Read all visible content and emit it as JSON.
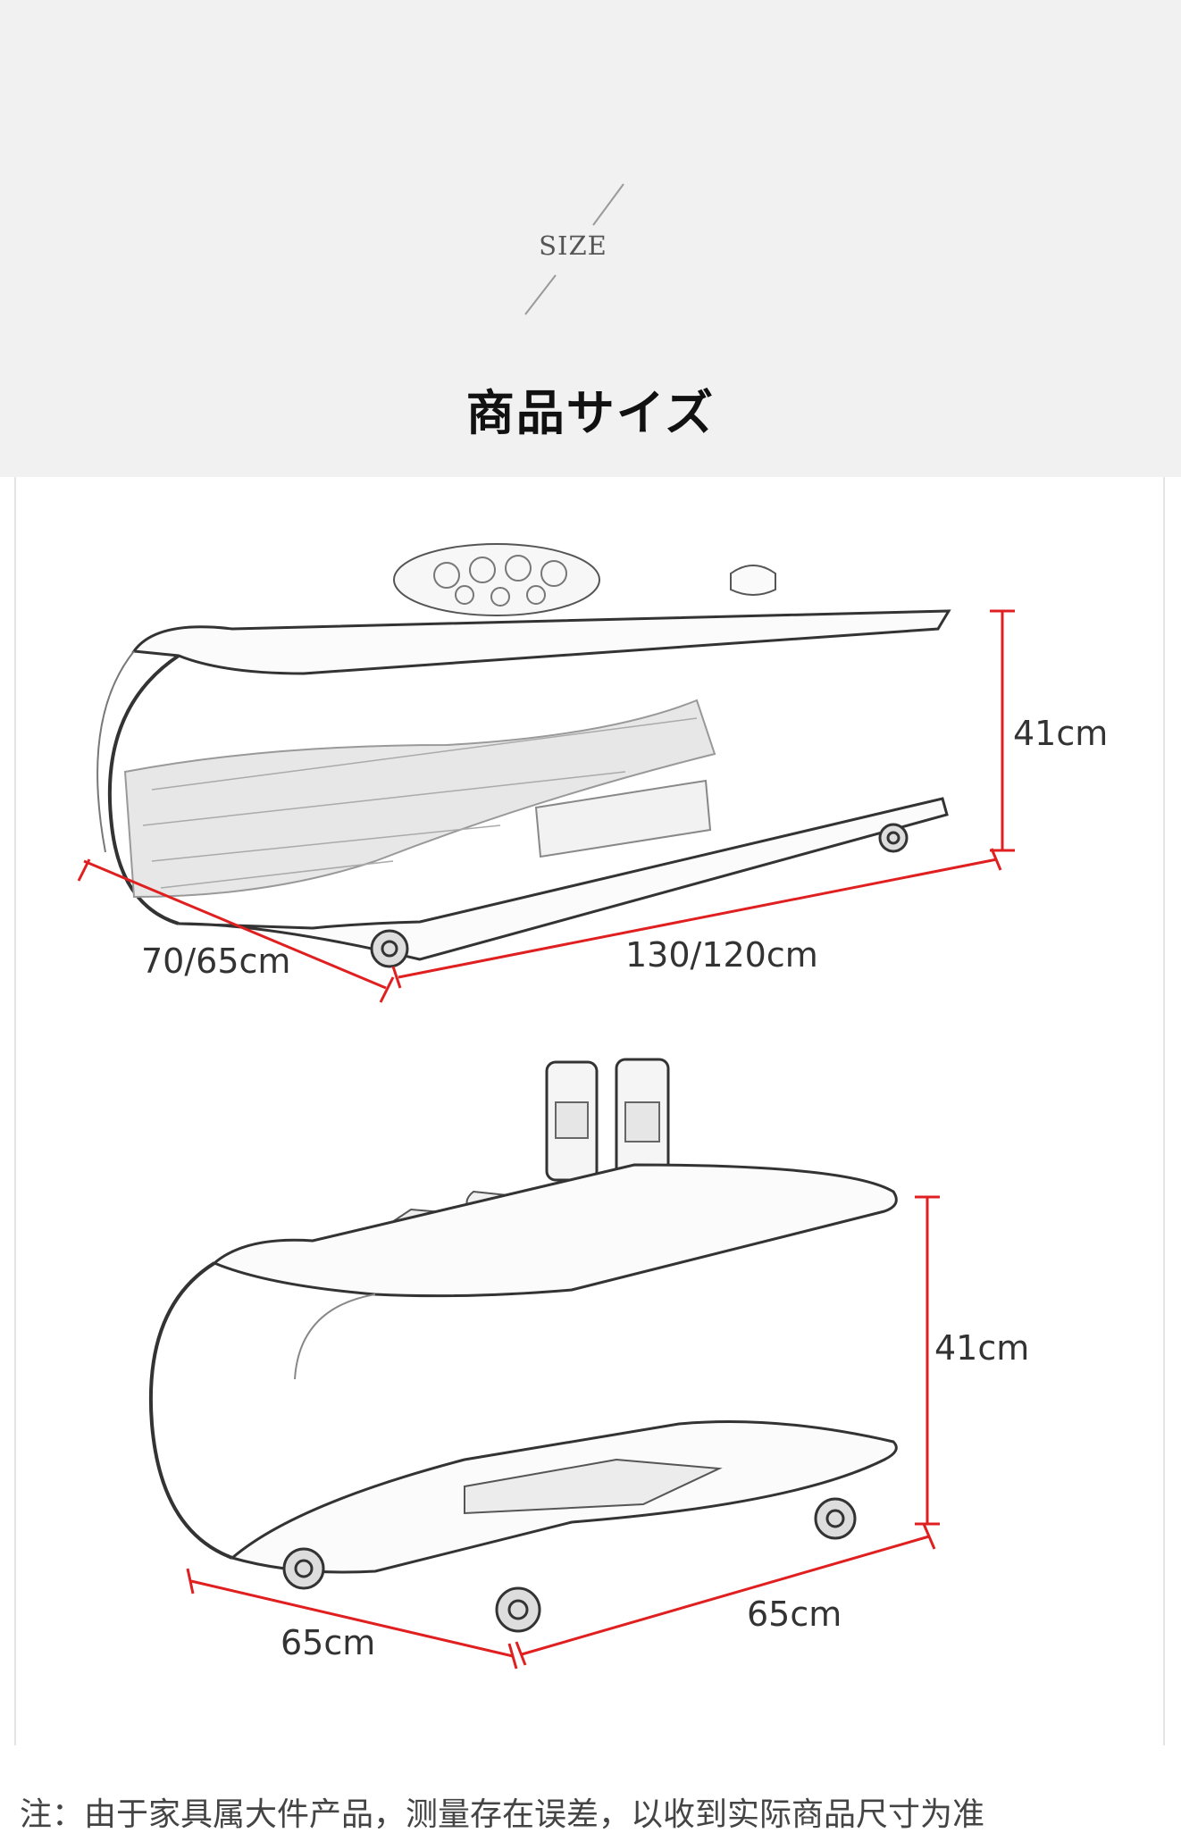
{
  "header": {
    "size_label": "SIZE",
    "title": "商品サイズ",
    "background": "#f2f1f1"
  },
  "table1": {
    "height_label": "41cm",
    "length_label": "130/120cm",
    "depth_label": "70/65cm"
  },
  "table2": {
    "height_label": "41cm",
    "width_label": "65cm",
    "depth_label": "65cm"
  },
  "footer": {
    "note": "注：由于家具属大件产品，测量存在误差，以收到实际商品尺寸为准"
  },
  "colors": {
    "dimension_line": "#e02020",
    "sketch": "#333333"
  }
}
